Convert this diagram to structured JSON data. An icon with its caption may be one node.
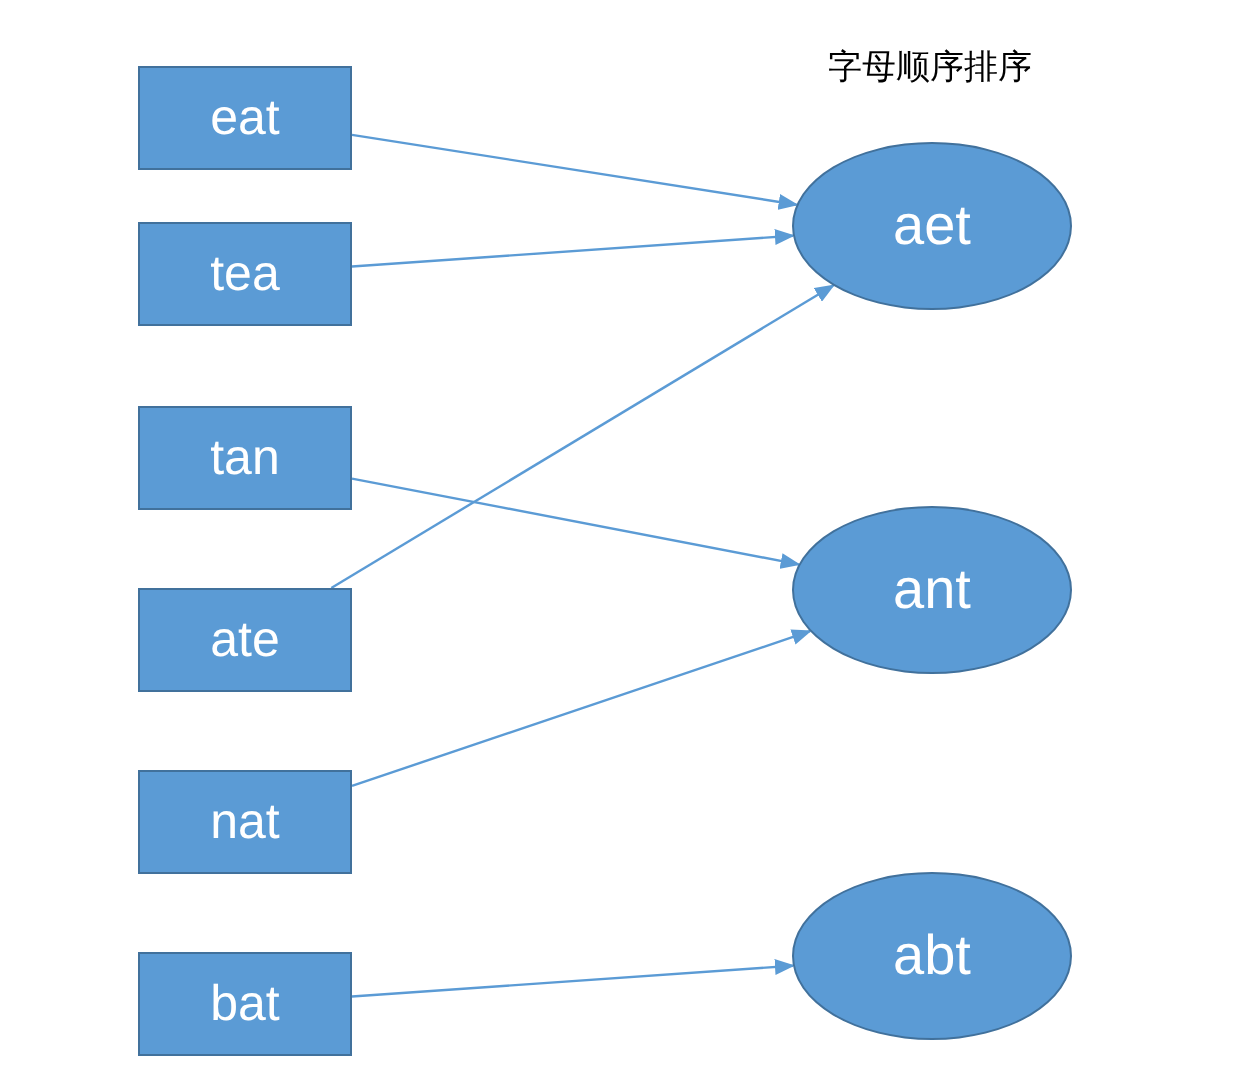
{
  "diagram": {
    "title": "字母顺序排序",
    "nodes": [
      {
        "text": [
          "eat"
        ]
      },
      {
        "text": [
          "tea"
        ]
      },
      {
        "text": [
          "tan"
        ]
      },
      {
        "text": [
          "ate"
        ]
      },
      {
        "text": [
          "nat"
        ]
      },
      {
        "text": [
          "bat"
        ]
      },
      {
        "text": [
          "aet"
        ]
      },
      {
        "text": [
          "ant"
        ]
      },
      {
        "text": [
          "abt"
        ]
      }
    ],
    "edges": [
      {
        "from": 0,
        "to": 6,
        "arrow": "to"
      },
      {
        "from": 1,
        "to": 6,
        "arrow": "to"
      },
      {
        "from": 2,
        "to": 7,
        "arrow": "to"
      },
      {
        "from": 3,
        "to": 6,
        "arrow": "to"
      },
      {
        "from": 4,
        "to": 7,
        "arrow": "to"
      },
      {
        "from": 5,
        "to": 8,
        "arrow": "to"
      }
    ]
  }
}
